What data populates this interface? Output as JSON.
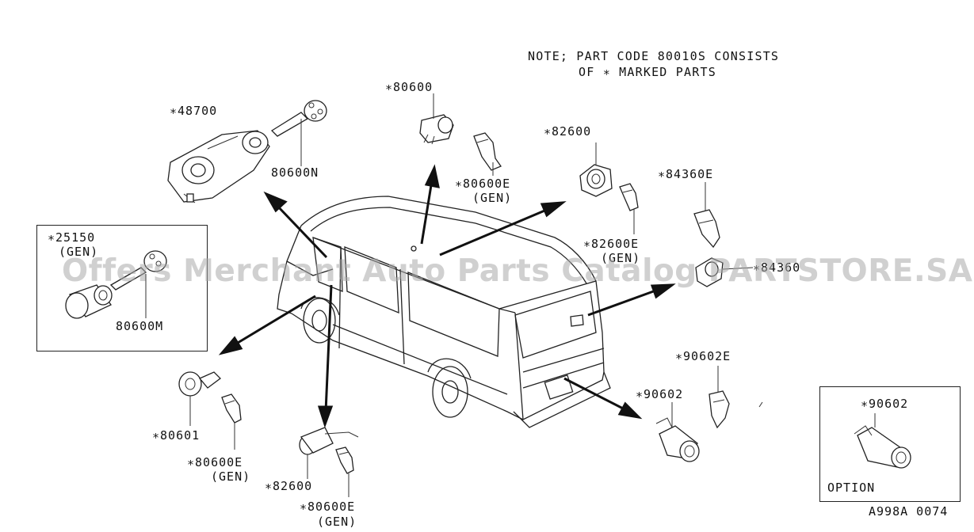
{
  "note": {
    "line1": "NOTE; PART CODE 80010S CONSISTS",
    "line2": "OF ∗ MARKED PARTS"
  },
  "labels": {
    "p48700": "∗48700",
    "p80600N": "80600N",
    "p80600": "∗80600",
    "p80600E_top": "∗80600E",
    "gen_top": "(GEN)",
    "p82600_top": "∗82600",
    "p82600E": "∗82600E",
    "gen_82600E": "(GEN)",
    "p84360E": "∗84360E",
    "p84360": "∗84360",
    "p25150": "∗25150",
    "gen_25150": "(GEN)",
    "p80600M": "80600M",
    "p80601": "∗80601",
    "p80600E_left": "∗80600E",
    "gen_left": "(GEN)",
    "p82600_bottom": "∗82600",
    "p80600E_bottom": "∗80600E",
    "gen_bottom": "(GEN)",
    "p90602E": "∗90602E",
    "p90602": "∗90602",
    "p90602_option": "∗90602",
    "option": "OPTION",
    "ref_code": "A998A 0074"
  },
  "watermark": "Offers Merchant Auto Parts Catalog PARTSTORE.SA"
}
